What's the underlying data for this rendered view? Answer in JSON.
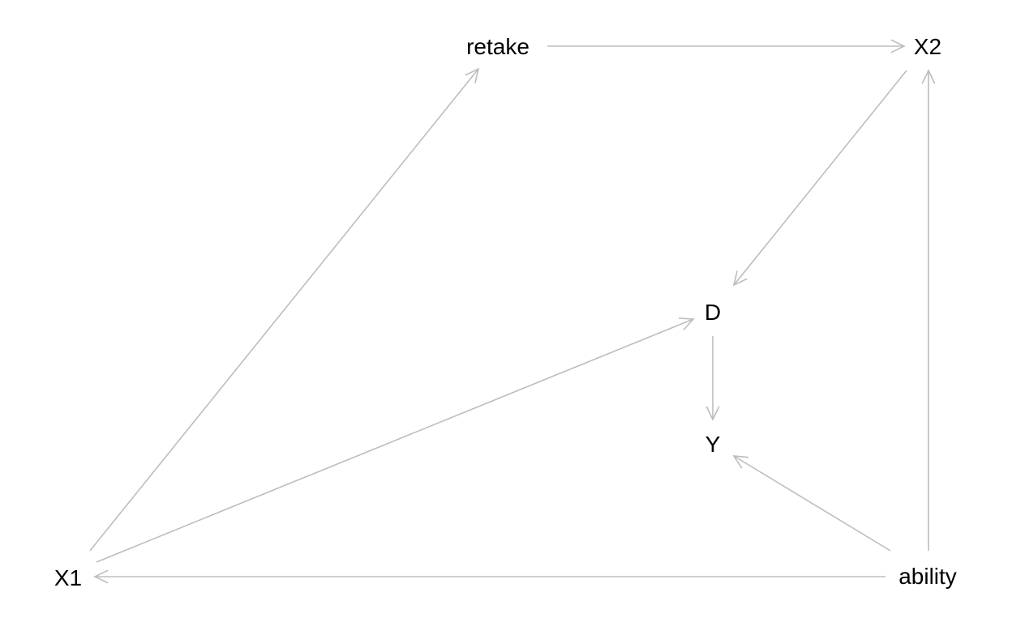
{
  "diagram": {
    "nodes": [
      {
        "id": "retake",
        "label": "retake"
      },
      {
        "id": "X2",
        "label": "X2"
      },
      {
        "id": "D",
        "label": "D"
      },
      {
        "id": "Y",
        "label": "Y"
      },
      {
        "id": "X1",
        "label": "X1"
      },
      {
        "id": "ability",
        "label": "ability"
      }
    ],
    "edges": [
      {
        "from": "retake",
        "to": "X2"
      },
      {
        "from": "X1",
        "to": "retake"
      },
      {
        "from": "X2",
        "to": "D"
      },
      {
        "from": "X1",
        "to": "D"
      },
      {
        "from": "D",
        "to": "Y"
      },
      {
        "from": "ability",
        "to": "Y"
      },
      {
        "from": "ability",
        "to": "X2"
      },
      {
        "from": "ability",
        "to": "X1"
      }
    ],
    "edge_color": "#bdbdbd",
    "label_color": "#000000"
  }
}
